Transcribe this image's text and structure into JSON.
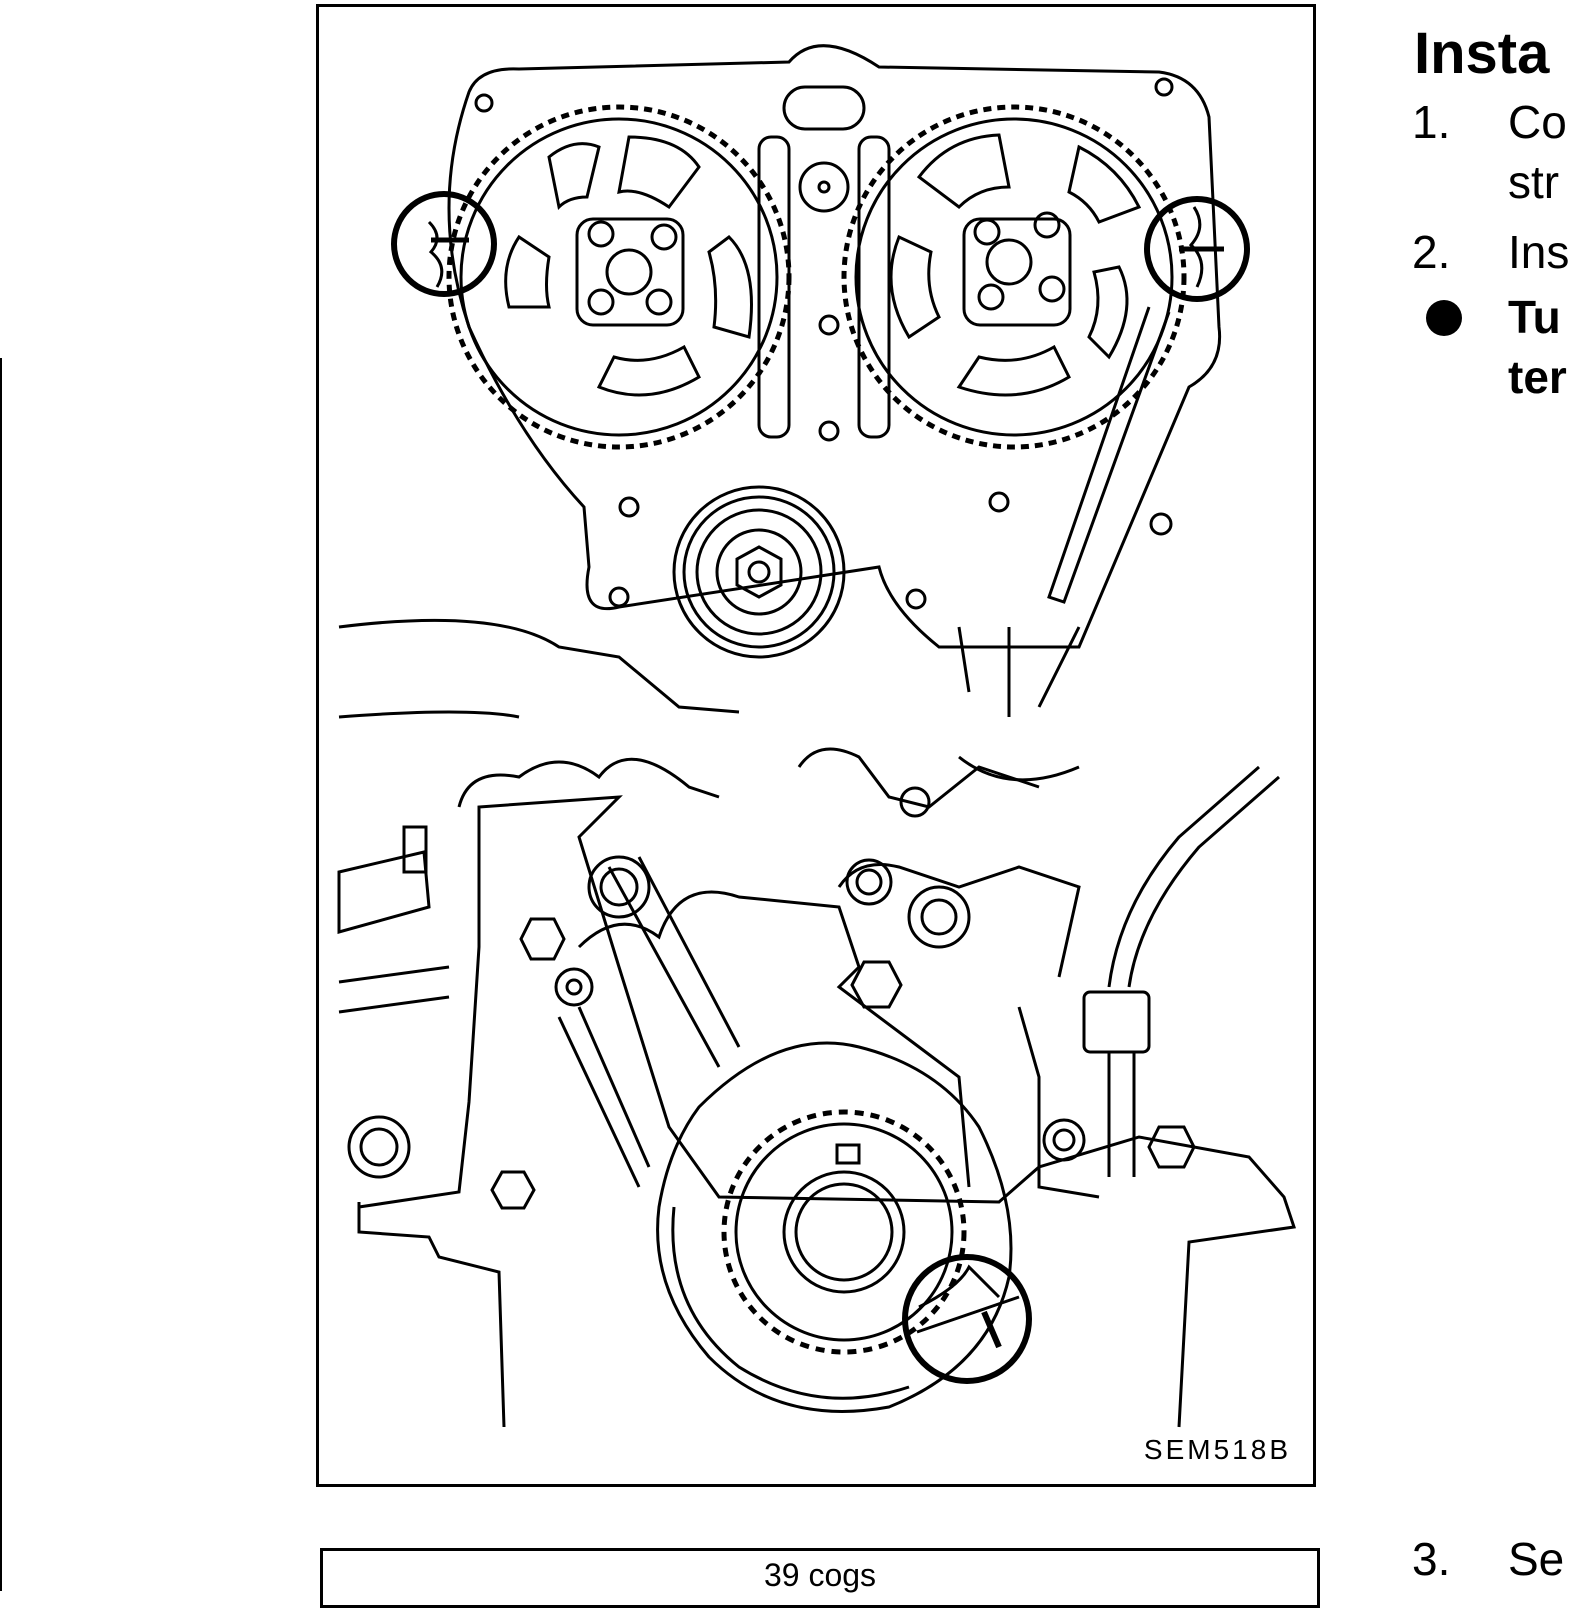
{
  "figure": {
    "code": "SEM518B",
    "caption_box": "39 cogs"
  },
  "instructions": {
    "heading": "Insta",
    "steps": [
      {
        "num": "1.",
        "line1": "Co",
        "line2": "str"
      },
      {
        "num": "2.",
        "line1": "Ins"
      },
      {
        "bullet": true,
        "line1": "Tu",
        "line2": "ter"
      },
      {
        "num": "3.",
        "line1": "Se"
      }
    ]
  }
}
